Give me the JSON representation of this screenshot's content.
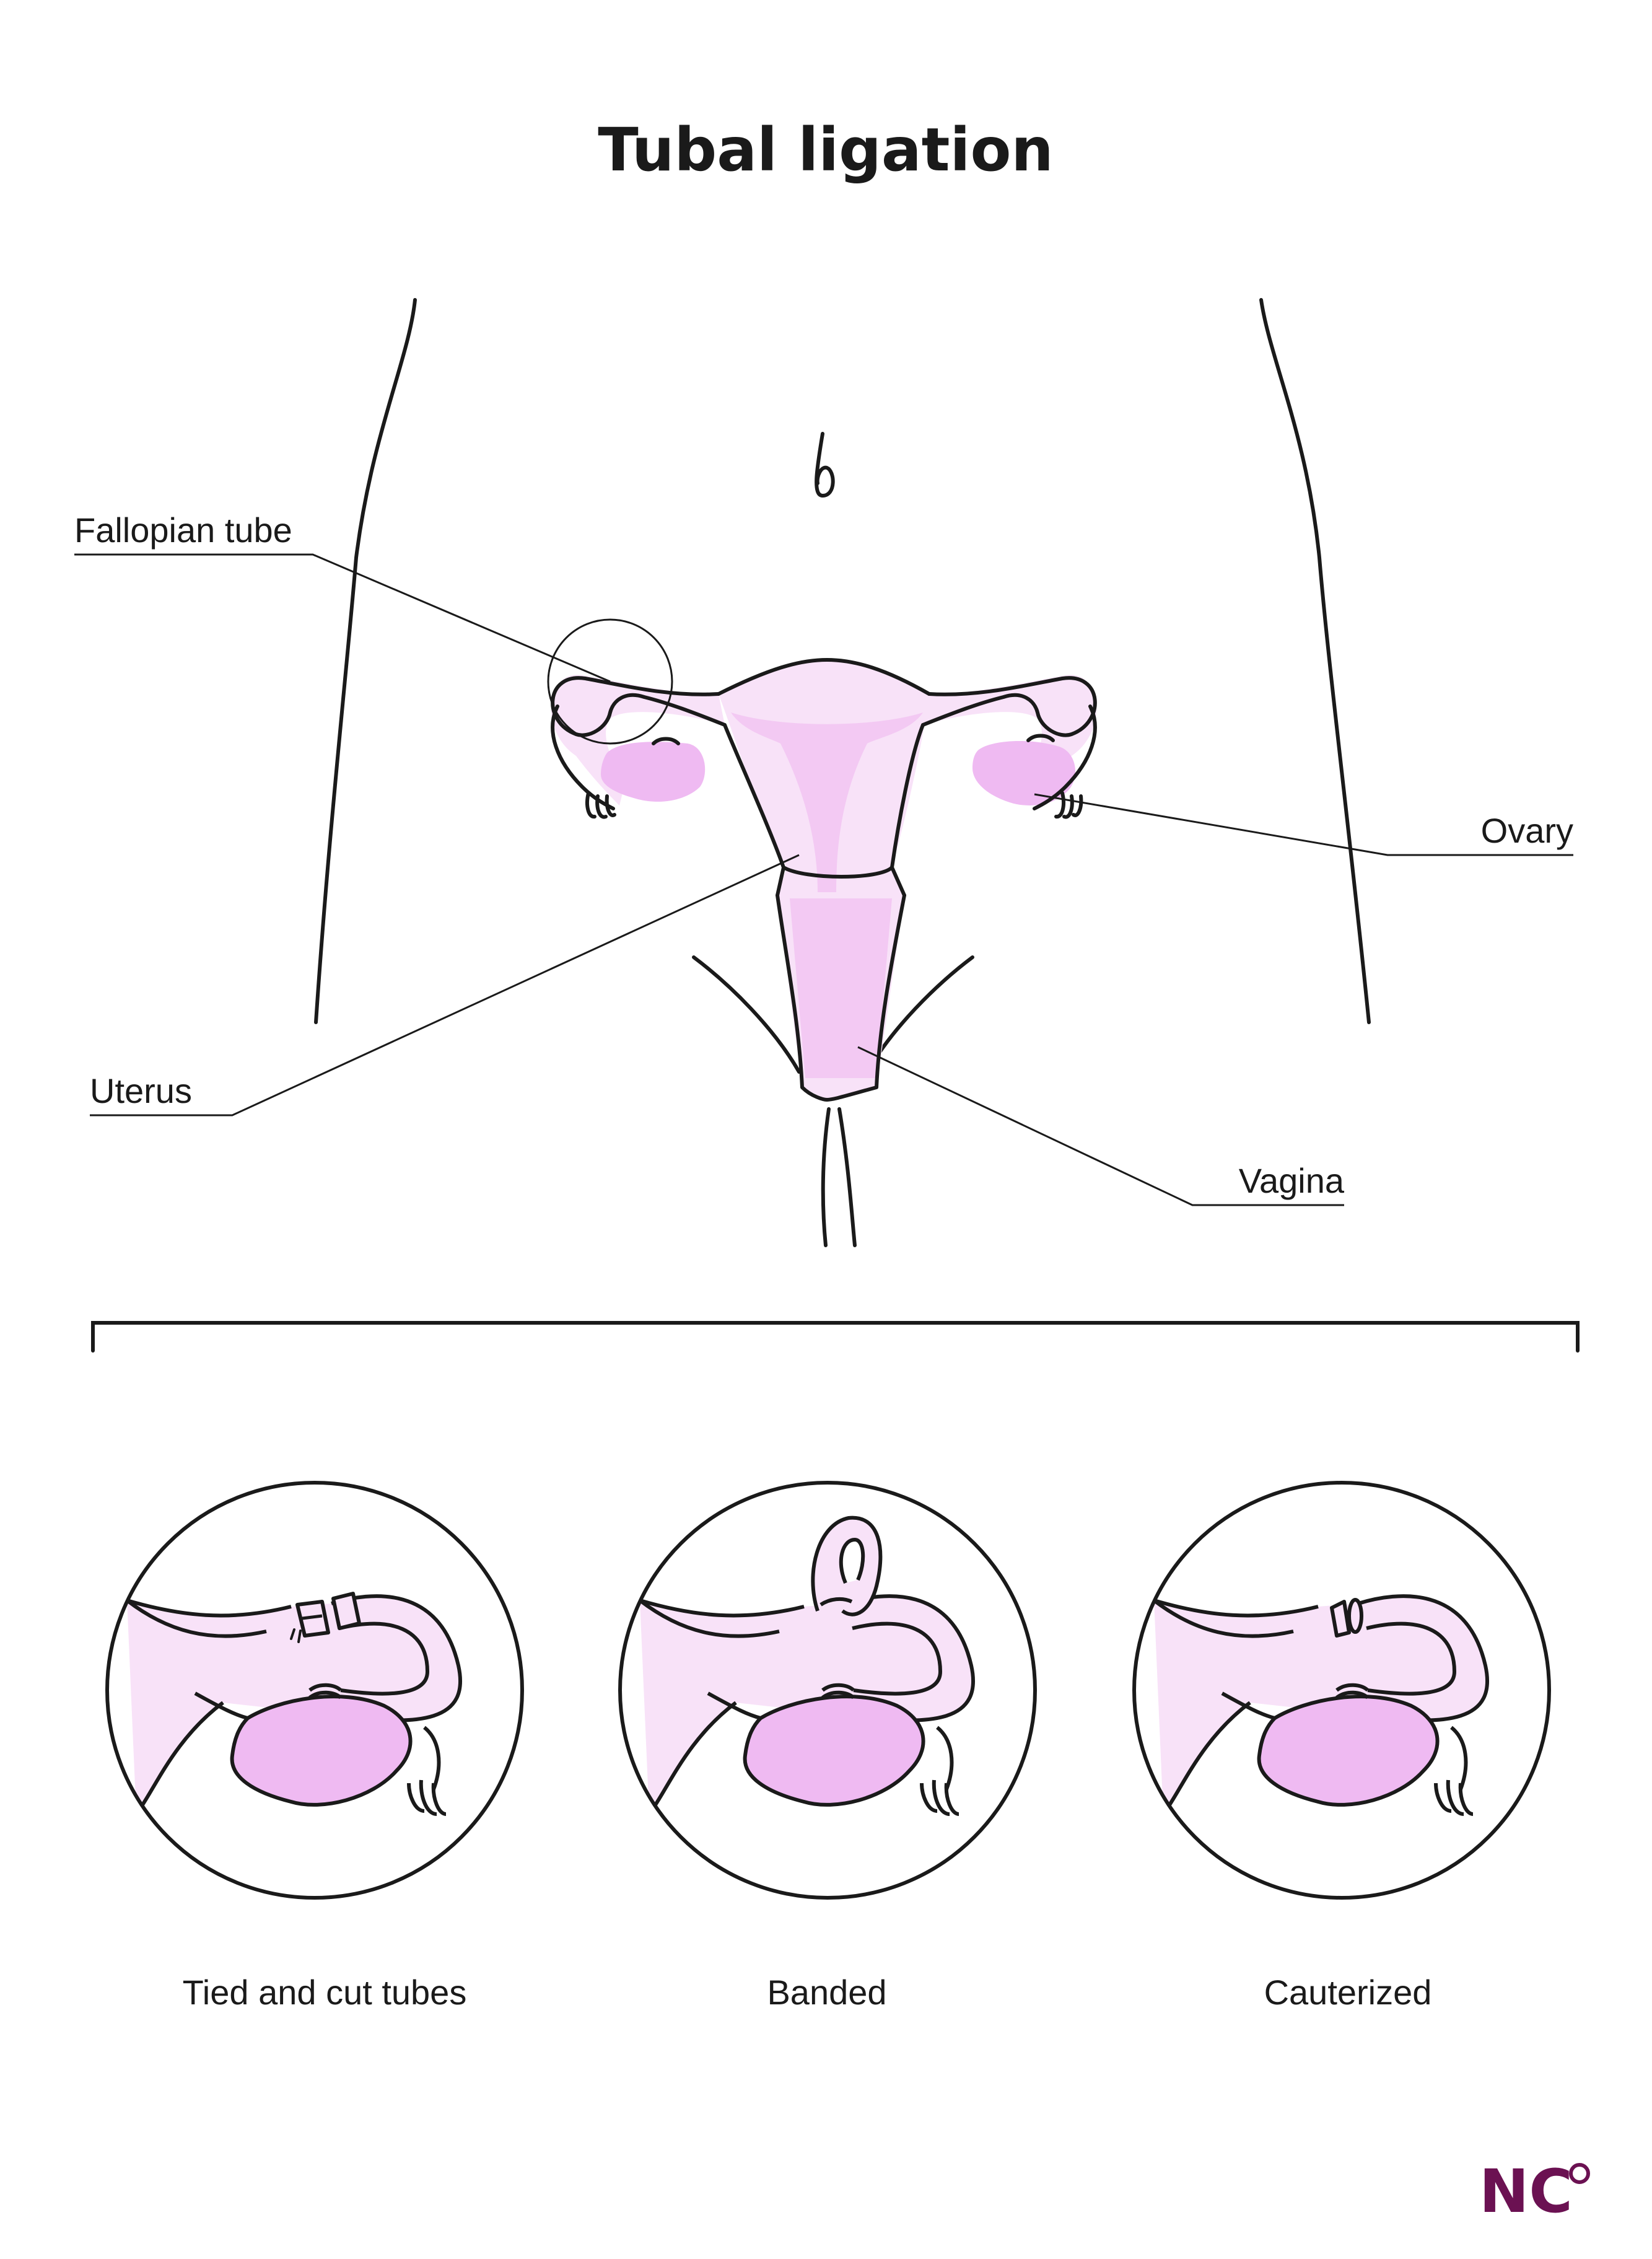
{
  "title": "Tubal ligation",
  "labels": {
    "fallopian_tube": "Fallopian tube",
    "ovary": "Ovary",
    "uterus": "Uterus",
    "vagina": "Vagina"
  },
  "methods": [
    {
      "label": "Tied and cut tubes"
    },
    {
      "label": "Banded"
    },
    {
      "label": "Cauterized"
    }
  ],
  "logo": {
    "text": "NC",
    "color": "#6b1152"
  },
  "colors": {
    "outline": "#1a1a1a",
    "tissue_light": "#f8e2f8",
    "tissue_mid": "#f3c9f3",
    "ovary": "#efbaf2"
  }
}
